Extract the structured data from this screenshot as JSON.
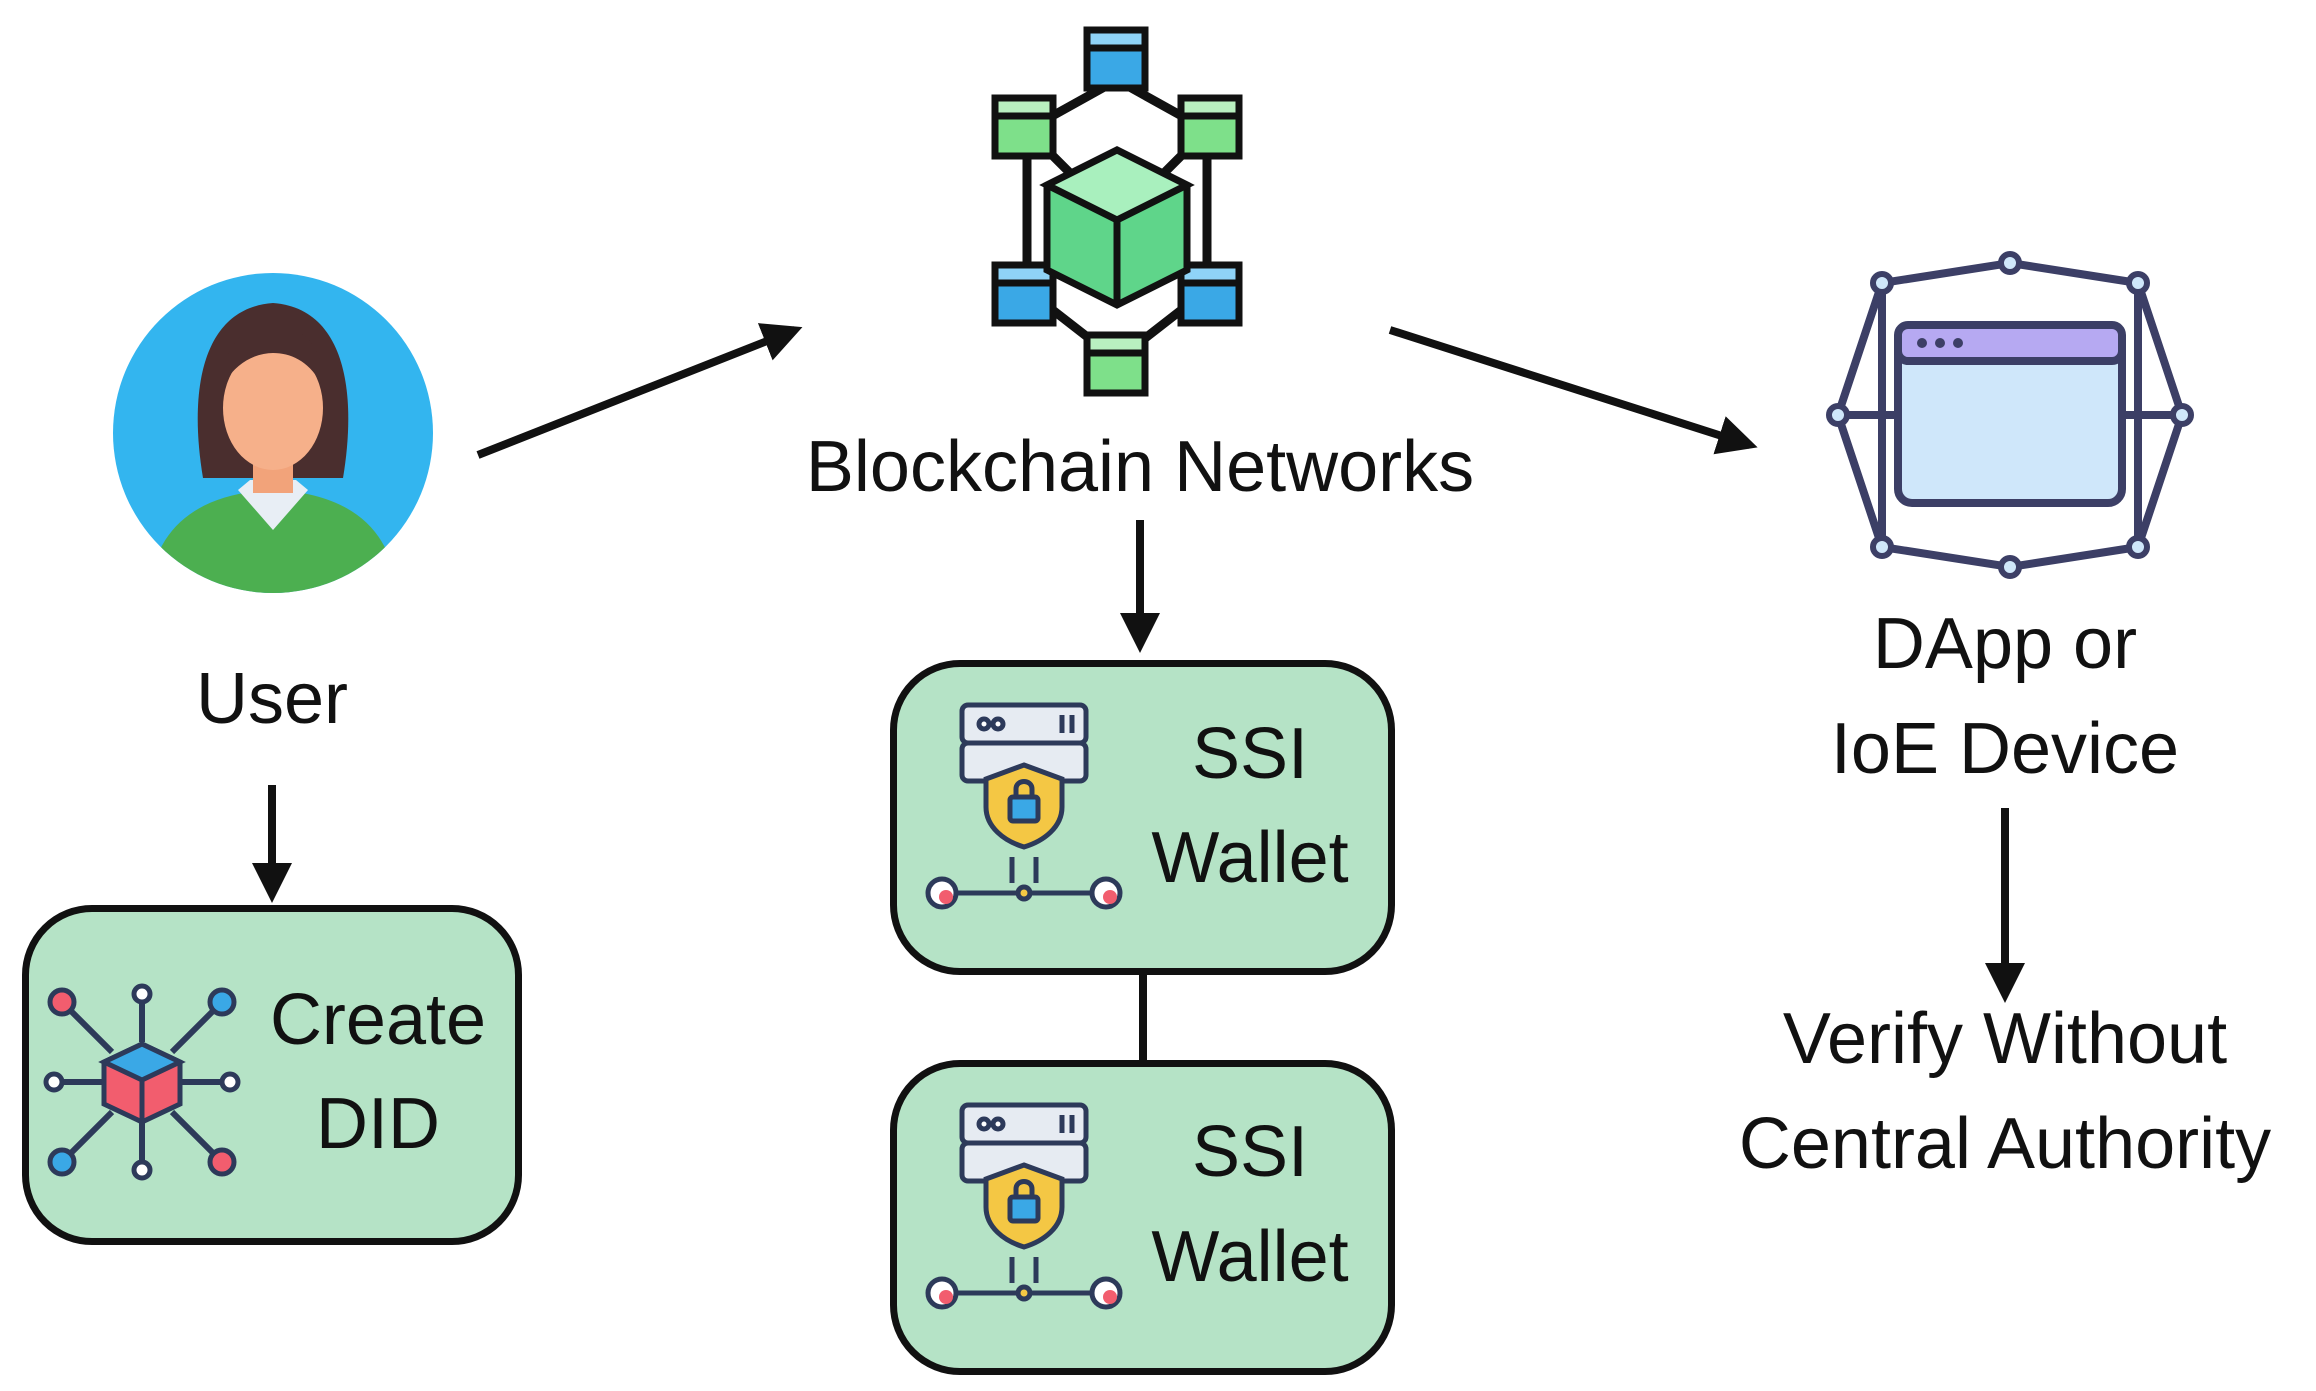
{
  "nodes": {
    "user": {
      "label": "User"
    },
    "blockchain": {
      "label": "Blockchain Networks"
    },
    "dapp": {
      "label_line1": "DApp or",
      "label_line2": "IoE Device"
    },
    "create_did": {
      "line1": "Create",
      "line2": "DID"
    },
    "wallet_1": {
      "line1": "SSI",
      "line2": "Wallet"
    },
    "wallet_2": {
      "line1": "SSI",
      "line2": "Wallet"
    },
    "verify": {
      "line1": "Verify Without",
      "line2": "Central Authority"
    }
  },
  "icons": {
    "user": "user-avatar-icon",
    "blockchain": "blockchain-network-icon",
    "dapp": "dapp-window-icon",
    "did": "did-cube-icon",
    "wallet": "server-shield-lock-icon"
  },
  "colors": {
    "box_fill": "#b5e3c6",
    "outline": "#111111",
    "cube_green": "#7ee08a",
    "cube_blue": "#3aa8e6",
    "avatar_bg": "#33b5ef",
    "sweater": "#4caf50"
  }
}
